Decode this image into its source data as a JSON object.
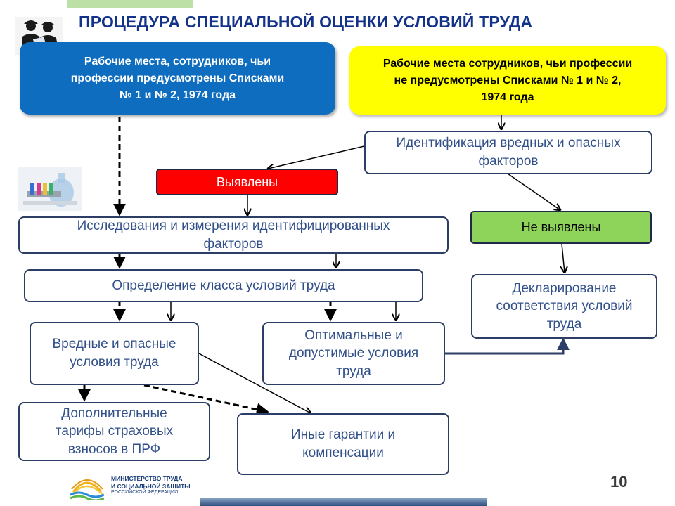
{
  "title": "ПРОЦЕДУРА СПЕЦИАЛЬНОЙ ОЦЕНКИ УСЛОВИЙ ТРУДА",
  "boxes": {
    "listed_line1": "Рабочие места, сотрудников, чьи",
    "listed_line2": "профессии предусмотрены Списками",
    "listed_line3": "№ 1 и № 2, 1974 года",
    "unlisted_line1": "Рабочие места сотрудников, чьи профессии",
    "unlisted_line2": "не предусмотрены Списками № 1 и № 2,",
    "unlisted_line3": "1974 года",
    "identification_line1": "Идентификация вредных и опасных",
    "identification_line2": "факторов",
    "detected": "Выявлены",
    "not_detected": "Не выявлены",
    "research_line1": "Исследования и измерения идентифицированных",
    "research_line2": "факторов",
    "class_definition": "Определение класса условий труда",
    "declaration_line1": "Декларирование",
    "declaration_line2": "соответствия условий",
    "declaration_line3": "труда",
    "harmful_line1": "Вредные и опасные",
    "harmful_line2": "условия труда",
    "optimal_line1": "Оптимальные и",
    "optimal_line2": "допустимые условия",
    "optimal_line3": "труда",
    "tariffs_line1": "Дополнительные",
    "tariffs_line2": "тарифы страховых",
    "tariffs_line3": "взносов в ПРФ",
    "guarantees_line1": "Иные гарантии и",
    "guarantees_line2": "компенсации"
  },
  "footer": {
    "ministry_line1": "МИНИСТЕРСТВО ТРУДА",
    "ministry_line2": "И СОЦИАЛЬНОЙ ЗАЩИТЫ",
    "ministry_line3": "РОССИЙСКОЙ ФЕДЕРАЦИИ",
    "page_number": "10"
  },
  "colors": {
    "title": "#13338a",
    "listed_box": "#0f6dc0",
    "unlisted_box": "#ffff00",
    "detected_box": "#ff0000",
    "not_detected_box": "#8ed35a",
    "box_border": "#2c3e66"
  }
}
